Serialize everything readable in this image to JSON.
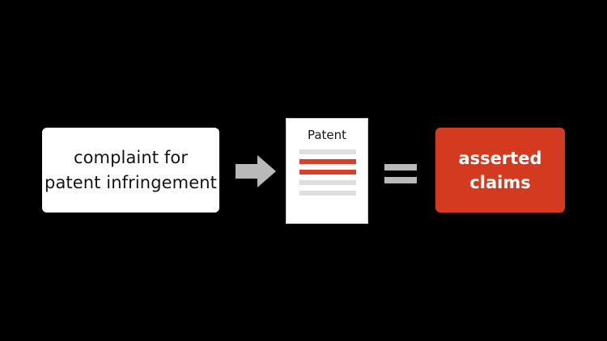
{
  "diagram": {
    "complaint": {
      "line1": "complaint for",
      "line2": "patent infringement"
    },
    "arrow_icon": "right-arrow-icon",
    "patent": {
      "title": "Patent",
      "lines": [
        "grey",
        "red",
        "red",
        "grey",
        "grey"
      ]
    },
    "equals_icon": "equals-icon",
    "claims": {
      "line1": "asserted",
      "line2": "claims"
    }
  },
  "colors": {
    "background": "#000000",
    "box_white": "#ffffff",
    "accent_red": "#d33a1f",
    "doc_red_line": "#d8402a",
    "doc_grey_line": "#dedede",
    "connector_grey": "#b9b9b9"
  }
}
